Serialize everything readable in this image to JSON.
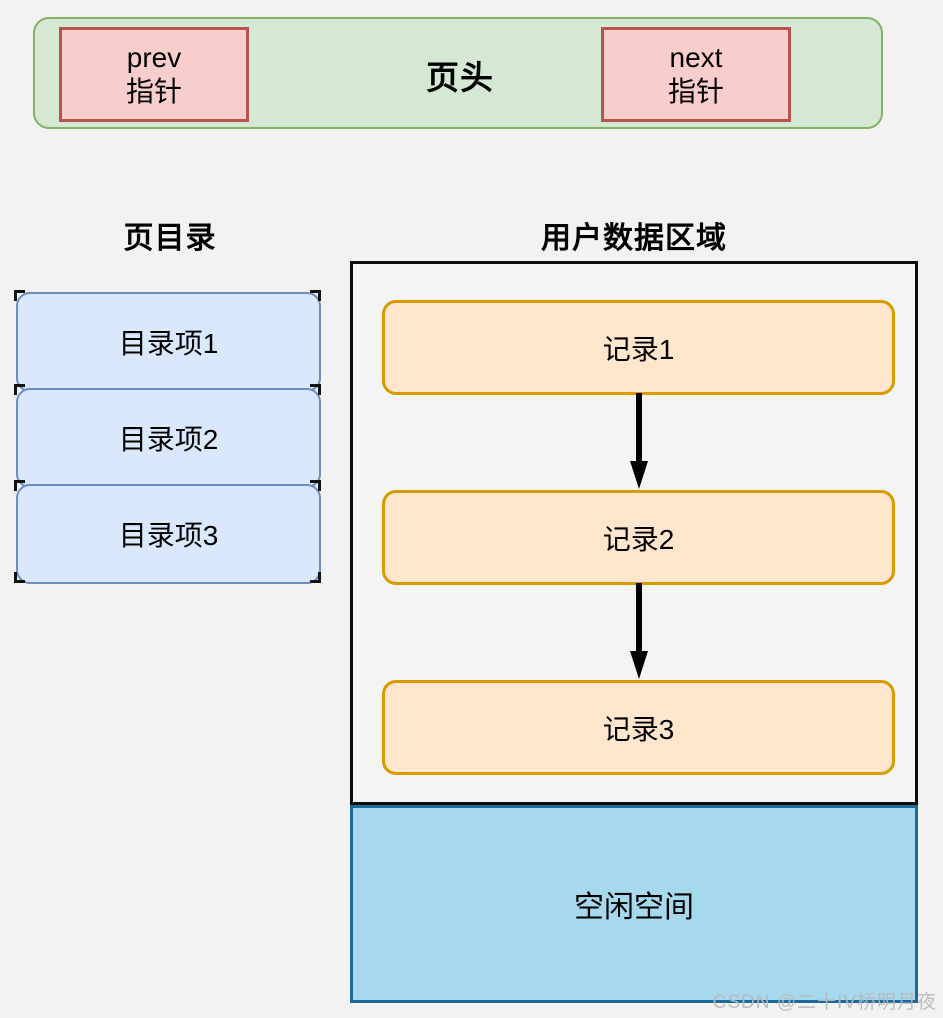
{
  "background_color": "#f2f2f2",
  "page_header": {
    "title": "页头",
    "fill": "#d5e8d4",
    "stroke": "#82b366",
    "prev_pointer": {
      "line1": "prev",
      "line2": "指针",
      "fill": "#f8cecc",
      "stroke": "#b85450"
    },
    "next_pointer": {
      "line1": "next",
      "line2": "指针",
      "fill": "#f8cecc",
      "stroke": "#b85450"
    }
  },
  "page_directory": {
    "title": "页目录",
    "fill": "#dae8fc",
    "stroke": "#6c8ebf",
    "items": [
      {
        "label": "目录项1"
      },
      {
        "label": "目录项2"
      },
      {
        "label": "目录项3"
      }
    ]
  },
  "user_data_area": {
    "title": "用户数据区域",
    "stroke": "#0d0d0d",
    "fill": "#f4f4f4",
    "record_fill": "#ffe6cc",
    "record_stroke": "#d79b00",
    "records": [
      {
        "label": "记录1"
      },
      {
        "label": "记录2"
      },
      {
        "label": "记录3"
      }
    ],
    "arrows": [
      {
        "from": "记录1",
        "to": "记录2"
      },
      {
        "from": "记录2",
        "to": "记录3"
      }
    ]
  },
  "free_space": {
    "label": "空闲空间",
    "fill": "#a6d8ee",
    "stroke": "#1b6a9c"
  },
  "watermark": {
    "text": "CSDN @二十IV桥明月夜"
  }
}
